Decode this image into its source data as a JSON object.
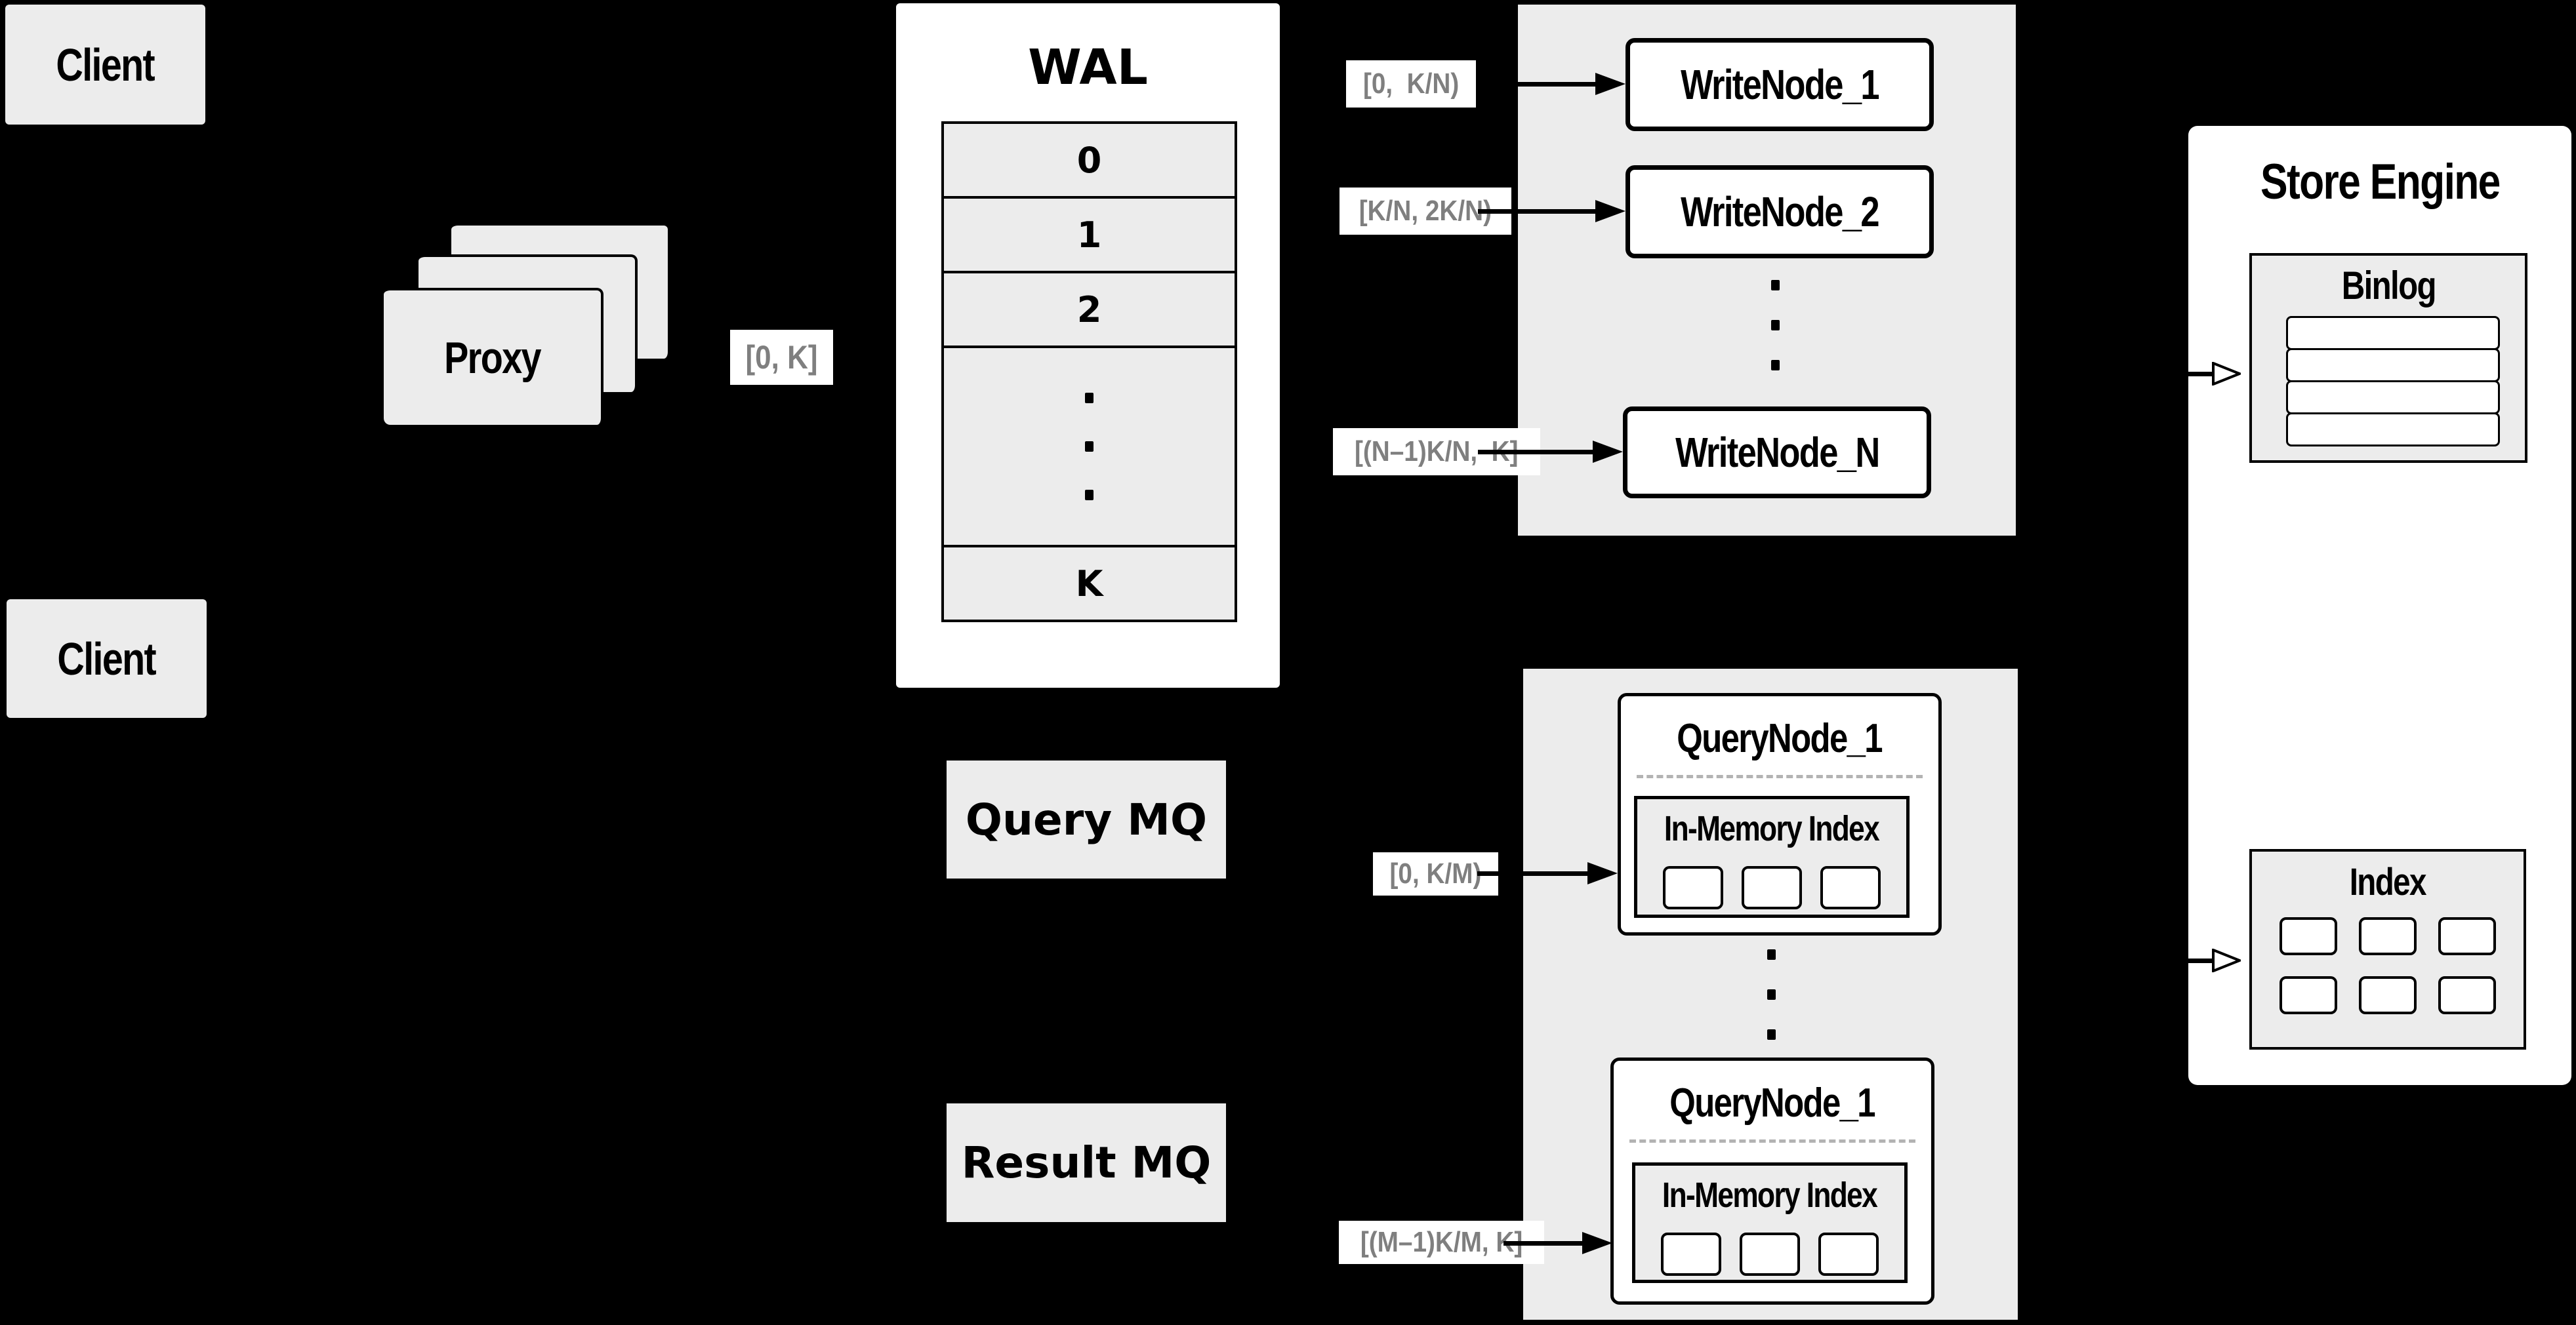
{
  "colors": {
    "background": "#000000",
    "node_fill_gray": "#ececec",
    "node_fill_white": "#ffffff",
    "border": "#000000",
    "edge_label_text": "#7f7f7f",
    "dashed_divider": "#b3b3b3"
  },
  "clients": {
    "top_label": "Client",
    "bottom_label": "Client"
  },
  "proxy": {
    "label": "Proxy"
  },
  "wal": {
    "title": "WAL",
    "rows": [
      "0",
      "1",
      "2",
      "K"
    ]
  },
  "write_nodes": {
    "node_1": "WriteNode_1",
    "node_2": "WriteNode_2",
    "node_n": "WriteNode_N"
  },
  "query_nodes": {
    "top": {
      "title": "QueryNode_1",
      "memory_index_label": "In-Memory Index"
    },
    "bottom": {
      "title": "QueryNode_1",
      "memory_index_label": "In-Memory Index"
    }
  },
  "message_queues": {
    "query": "Query MQ",
    "result": "Result MQ"
  },
  "store_engine": {
    "title": "Store Engine",
    "binlog_label": "Binlog",
    "index_label": "Index"
  },
  "edge_labels": {
    "proxy_to_wal": "[0, K]",
    "wal_to_write_1": "[0,  K/N)",
    "wal_to_write_2": "[K/N, 2K/N)",
    "wal_to_write_n": "[(N–1)K/N,  K]",
    "query_mq_to_node_1": "[0, K/M)",
    "query_mq_to_node_m": "[(M–1)K/M, K]"
  }
}
